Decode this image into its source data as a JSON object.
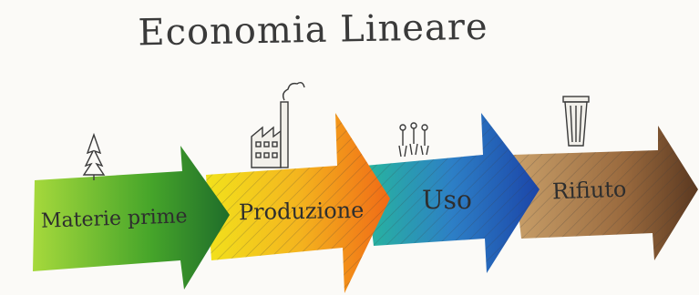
{
  "title": "Economia Lineare",
  "stages": [
    {
      "label": "Materie prime",
      "color": "#52a82a",
      "icon": "tree-icon"
    },
    {
      "label": "Produzione",
      "color": "#f0a21e",
      "icon": "factory-icon"
    },
    {
      "label": "Uso",
      "color": "#2f7fc4",
      "icon": "people-icon"
    },
    {
      "label": "Rifiuto",
      "color": "#8a5a30",
      "icon": "trash-bin-icon"
    }
  ]
}
